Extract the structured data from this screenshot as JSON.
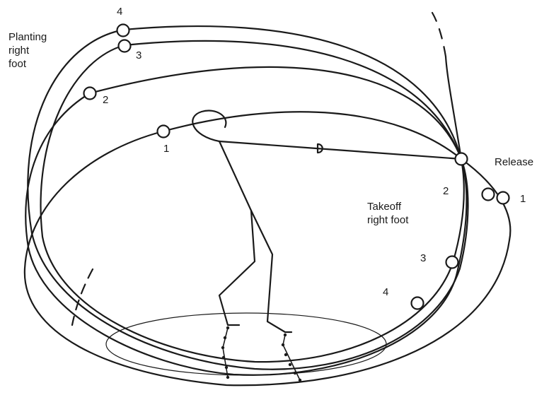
{
  "labels": {
    "planting": [
      "Planting",
      "right",
      "foot"
    ],
    "takeoff": [
      "Takeoff",
      "right foot"
    ],
    "release": "Release"
  },
  "positions": {
    "left": [
      "4",
      "3",
      "2",
      "1"
    ],
    "right_outer": [
      "2",
      "1"
    ],
    "right_lower": [
      "3",
      "4"
    ]
  },
  "colors": {
    "line": "#1a1a1a",
    "background": "#ffffff"
  }
}
